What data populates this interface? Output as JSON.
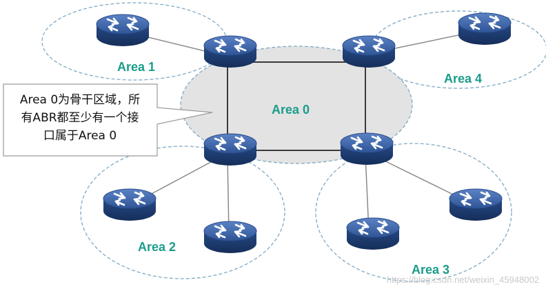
{
  "areas": {
    "area0": "Area 0",
    "area1": "Area 1",
    "area2": "Area 2",
    "area3": "Area 3",
    "area4": "Area 4"
  },
  "callout": {
    "line1": "Area 0为骨干区域，所",
    "line2": "有ABR都至少有一个接",
    "line3": "口属于Area 0"
  },
  "watermark": "https://blog.csdn.net/weixin_45948002",
  "colors": {
    "area_label": "#1b9c8a",
    "router_top": "#3d63a8",
    "router_side": "#1f3d72",
    "backbone_fill": "#e3e3e3",
    "ellipse_stroke": "#7fa9c4"
  },
  "icons": {
    "router": "router-icon"
  }
}
